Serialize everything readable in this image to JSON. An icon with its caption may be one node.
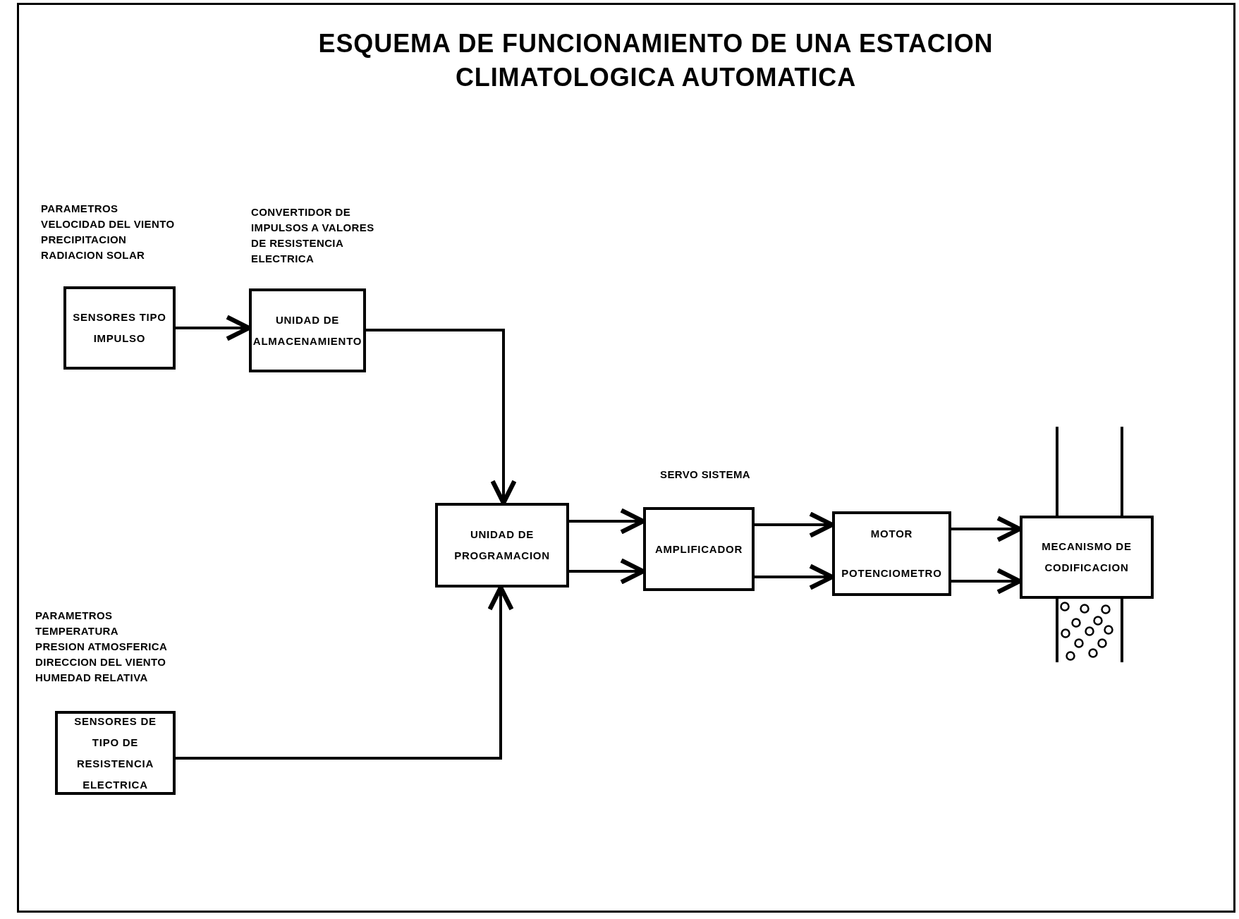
{
  "diagram": {
    "title": "ESQUEMA DE FUNCIONAMIENTO DE UNA ESTACION CLIMATOLOGICA AUTOMATICA",
    "nodes": [
      {
        "text": [
          "SENSORES TIPO IMPULSO"
        ],
        "beside": [
          "PARAMETROS",
          "VELOCIDAD DEL VIENTO",
          "PRECIPITACION",
          "RADIACION SOLAR"
        ]
      },
      {
        "text": [
          "UNIDAD DE ALMACENAMIENTO"
        ],
        "beside": [
          "CONVERTIDOR DE IMPULSOS A VALORES DE RESISTENCIA ELECTRICA"
        ]
      },
      {
        "text": [
          "UNIDAD DE PROGRAMACION"
        ]
      },
      {
        "text": [
          "AMPLIFICADOR"
        ],
        "beside": [
          "SERVO SISTEMA"
        ]
      },
      {
        "text": [
          "MOTOR",
          "POTENCIOMETRO"
        ]
      },
      {
        "text": [
          "MECANISMO DE CODIFICACION"
        ]
      },
      {
        "text": [
          "SENSORES DE TIPO DE RESISTENCIA ELECTRICA"
        ],
        "beside": [
          "PARAMETROS",
          "TEMPERATURA",
          "PRESION ATMOSFERICA",
          "DIRECCION DEL VIENTO",
          "HUMEDAD RELATIVA"
        ]
      }
    ],
    "edges": [
      {
        "from": 0,
        "to": 1,
        "arrow": "to"
      },
      {
        "from": 1,
        "to": 2,
        "arrow": "to"
      },
      {
        "from": 6,
        "to": 2,
        "arrow": "to"
      },
      {
        "from": 2,
        "to": 3,
        "arrow": "to"
      },
      {
        "from": 2,
        "to": 3,
        "arrow": "to"
      },
      {
        "from": 3,
        "to": 4,
        "arrow": "to"
      },
      {
        "from": 3,
        "to": 4,
        "arrow": "to"
      },
      {
        "from": 4,
        "to": 5,
        "arrow": "to"
      },
      {
        "from": 4,
        "to": 5,
        "arrow": "to"
      }
    ]
  }
}
